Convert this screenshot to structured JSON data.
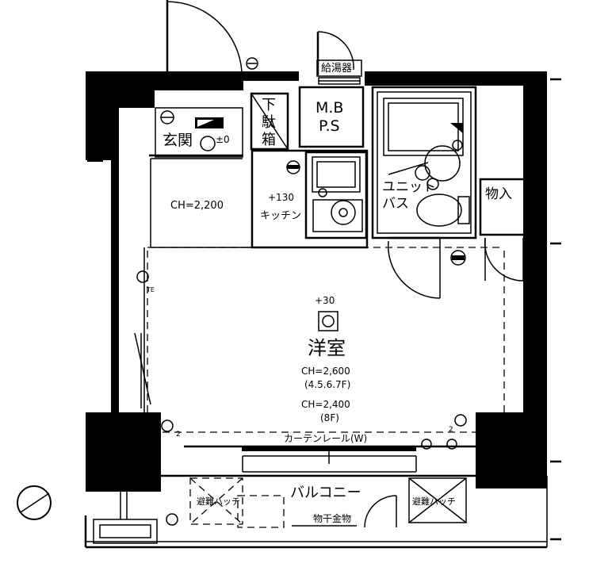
{
  "rooms": {
    "entrance": "玄関",
    "entrance_level": "±0",
    "shoe_box": [
      "下",
      "駄",
      "箱"
    ],
    "mbps": [
      "M.B",
      "P.S"
    ],
    "water_heater": "給湯器",
    "corridor_ch": "CH=2,200",
    "kitchen_level": "+130",
    "kitchen": "キッチン",
    "unit_bath": [
      "ユニット",
      "バス"
    ],
    "storage": "物入",
    "main_level": "+30",
    "main_room": "洋室",
    "main_ch1": "CH=2,600",
    "main_ch1_floors": "(4.5.6.7F)",
    "main_ch2": "CH=2,400",
    "main_ch2_floors": "(8F)",
    "curtain_rail": "カーテンレール(W)",
    "balcony": "バルコニー",
    "evac_hatch": "避難ハッチ",
    "laundry_rail": "物干金物",
    "phone_mark": "TE",
    "circuit_2a": "2",
    "circuit_2b": "2"
  }
}
